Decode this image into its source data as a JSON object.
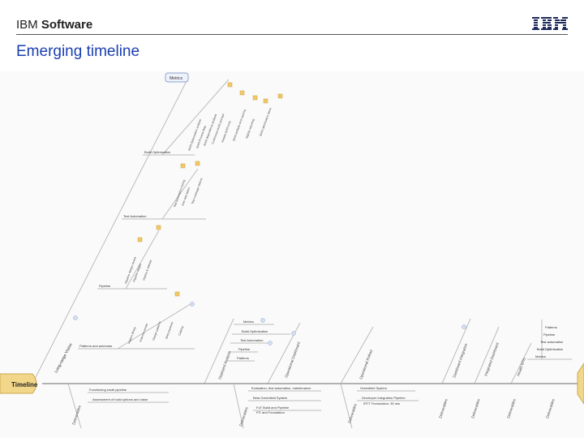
{
  "header": {
    "brand_ibm": "IBM",
    "brand_software": "Software",
    "title": "Emerging timeline"
  },
  "colors": {
    "title": "#1a3fb0",
    "root_fill": "#f2d68a",
    "branch": "#bcbcbc"
  },
  "map": {
    "root": "Timeline",
    "metrics_top": "Metrics",
    "upper_branches": [
      "Build Optimization",
      "Test Automation",
      "Pipeline",
      "Patterns and antennas"
    ],
    "upper_main_label": "Long-range Vision",
    "mid_labels": [
      "Deployed Analysis",
      "Operational Dashboard",
      "Operational Rollout",
      "Dashboard Integration",
      "Integrated Dashboard",
      "Health KPIs"
    ],
    "mid_list": [
      "Metrics",
      "Build Optimization",
      "Test Automation",
      "Pipeline",
      "Patterns"
    ],
    "right_list": [
      "Patterns",
      "Pipeline",
      "Test automation",
      "Build Optimization",
      "Metrics"
    ],
    "lower_left_label": "Deliverables",
    "lower_left_items": [
      "Functioning small pipeline",
      "Assessment of build options and value"
    ],
    "lower_mid_label": "Deliverables",
    "lower_mid_items": [
      "Evaluation, test automation, maintenance",
      "Beta Greenfield System",
      "FoT Build and Pipeline",
      "FIT and Foundation"
    ],
    "lower_right_label": "Deliverables",
    "lower_right_items": [
      "Greenfield System",
      "Developer Integration Pipeline",
      "IRTT Formulation: 30 min"
    ],
    "lower_far_labels": [
      "Deliverables",
      "Deliverables",
      "Deliverables",
      "Deliverables"
    ],
    "tiny_labels": [
      "Build Optimization analyze",
      "Build Process Map",
      "Build dependency analysis",
      "Continuous build and test",
      "Assess build tools",
      "Build artifacts and caching",
      "Nightly reporting",
      "Build optimization items",
      "Test Automation tooling",
      "Auto test select",
      "Test coverage metrics",
      "Pipeline design review",
      "Pipeline stages",
      "Deploy & release",
      "Pattern library",
      "Antenna review",
      "Design patterns",
      "Best practices",
      "Catalog"
    ]
  }
}
